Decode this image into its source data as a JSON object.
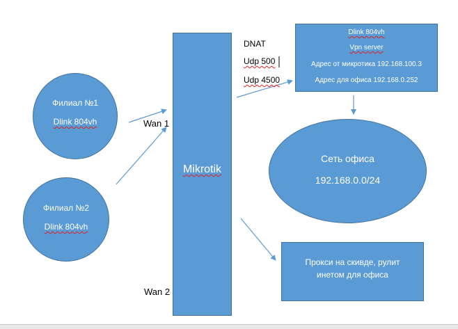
{
  "branch1": {
    "title": "Филиал №1",
    "device": "Dlink 804vh"
  },
  "branch2": {
    "title": "Филиал №2",
    "device": "Dlink 804vh"
  },
  "router": {
    "label": "Mikrotik",
    "wan1": "Wan 1",
    "wan2": "Wan 2"
  },
  "nat": {
    "title": "DNAT",
    "port1": "Udp 500",
    "port2": "Udp 4500"
  },
  "vpn": {
    "device": "Dlink 804vh",
    "role": "Vpn server",
    "addr_from_router": "Адрес от микротика 192.168.100.3",
    "addr_office": "Адрес для офиса 192.168.0.252"
  },
  "office": {
    "title": "Сеть офиса",
    "subnet": "192.168.0.0/24"
  },
  "proxy": {
    "line1": "Прокси на скивде, рулит",
    "line2": "инетом для офиса"
  },
  "colors": {
    "shape_fill": "#5b9bd5",
    "shape_border": "#41719c",
    "arrow": "#5b9bd5"
  }
}
